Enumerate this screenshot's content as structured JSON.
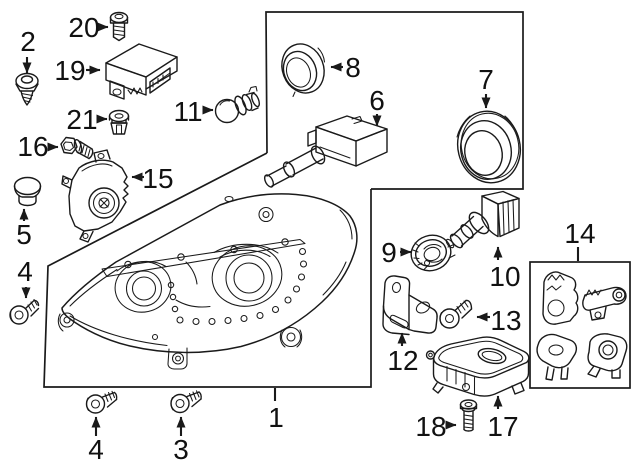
{
  "diagram": {
    "palette": {
      "line": "#1a1a1a",
      "background": "#ffffff"
    },
    "callouts": [
      {
        "num": "1"
      },
      {
        "num": "2"
      },
      {
        "num": "3"
      },
      {
        "num": "4"
      },
      {
        "num": "5"
      },
      {
        "num": "6"
      },
      {
        "num": "7"
      },
      {
        "num": "8"
      },
      {
        "num": "9"
      },
      {
        "num": "10"
      },
      {
        "num": "11"
      },
      {
        "num": "12"
      },
      {
        "num": "13"
      },
      {
        "num": "14"
      },
      {
        "num": "15"
      },
      {
        "num": "16"
      },
      {
        "num": "17"
      },
      {
        "num": "18"
      },
      {
        "num": "19"
      },
      {
        "num": "20"
      },
      {
        "num": "21"
      }
    ]
  }
}
